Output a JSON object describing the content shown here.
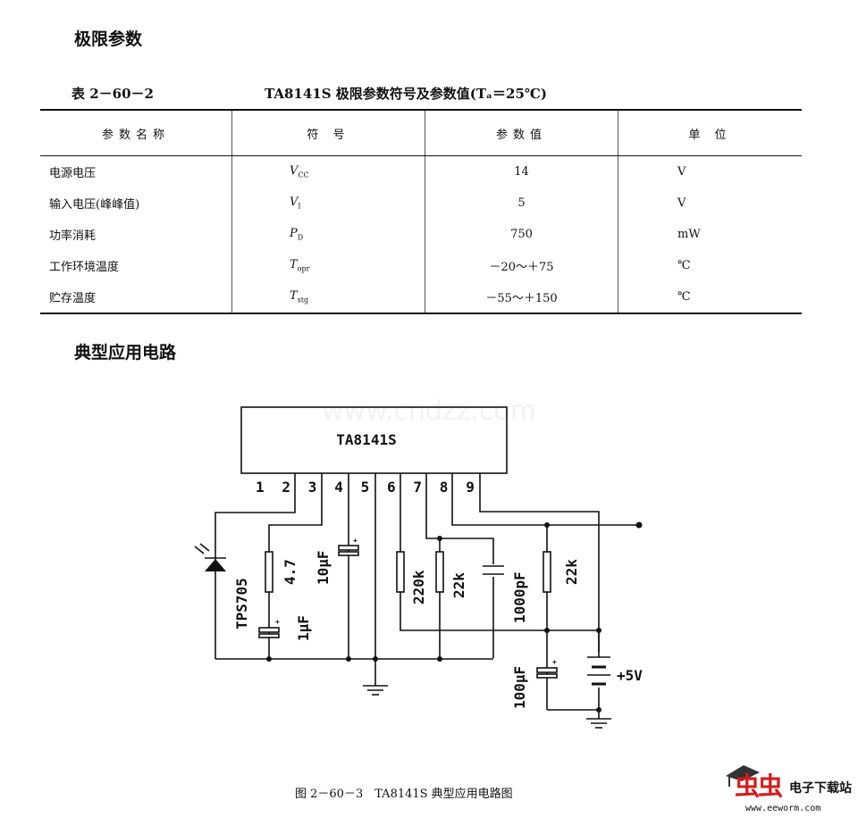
{
  "section1_title": "极限参数",
  "table_number": "表 2－60－2",
  "table_title": "TA8141S 极限参数符号及参数值(Tₐ＝25℃)",
  "table": {
    "headers": [
      "参数名称",
      "符 号",
      "参数值",
      "单 位"
    ],
    "rows": [
      {
        "name": "电源电压",
        "sym": "V",
        "sub": "CC",
        "value": "14",
        "unit": "V"
      },
      {
        "name": "输入电压(峰峰值)",
        "sym": "V",
        "sub": "I",
        "value": "5",
        "unit": "V"
      },
      {
        "name": "功率消耗",
        "sym": "P",
        "sub": "D",
        "value": "750",
        "unit": "mW"
      },
      {
        "name": "工作环境温度",
        "sym": "T",
        "sub": "opr",
        "value": "－20～＋75",
        "unit": "℃"
      },
      {
        "name": "贮存温度",
        "sym": "T",
        "sub": "stg",
        "value": "－55～＋150",
        "unit": "℃"
      }
    ]
  },
  "section2_title": "典型应用电路",
  "circuit": {
    "ic_label": "TA8141S",
    "pins": [
      "1",
      "2",
      "3",
      "4",
      "5",
      "6",
      "7",
      "8",
      "9"
    ],
    "diode": "TPS705",
    "r1": "4.7",
    "c1": "1μF",
    "c2": "10μF",
    "r2": "220k",
    "r3": "22k",
    "c3": "1000pF",
    "r4": "22k",
    "c4": "100μF",
    "supply": "+5V",
    "watermark": "www.cndzz.com"
  },
  "figure_caption": "图 2－60－3　TA8141S 典型应用电路图",
  "logo": {
    "text": "虫虫电子下载站",
    "url": "www.eeworm.com"
  }
}
